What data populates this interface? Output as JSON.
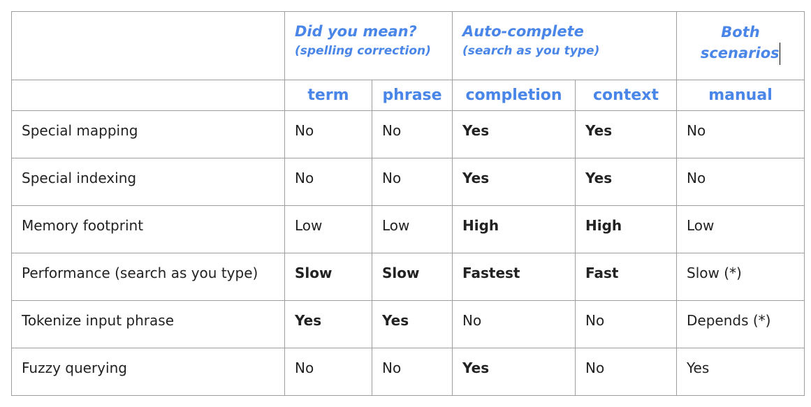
{
  "header": {
    "groups": [
      {
        "title": "Did you mean?",
        "subtitle": "(spelling correction)"
      },
      {
        "title": "Auto-complete",
        "subtitle": "(search as you type)"
      },
      {
        "title_line1": "Both",
        "title_line2": "scenarios"
      }
    ],
    "columns": [
      "term",
      "phrase",
      "completion",
      "context",
      "manual"
    ]
  },
  "rows": [
    {
      "label": "Special mapping",
      "cells": [
        "No",
        "No",
        "Yes",
        "Yes",
        "No"
      ]
    },
    {
      "label": "Special indexing",
      "cells": [
        "No",
        "No",
        "Yes",
        "Yes",
        "No"
      ]
    },
    {
      "label": "Memory footprint",
      "cells": [
        "Low",
        "Low",
        "High",
        "High",
        "Low"
      ]
    },
    {
      "label": "Performance (search as you type)",
      "cells": [
        "Slow",
        "Slow",
        "Fastest",
        "Fast",
        "Slow (*)"
      ]
    },
    {
      "label": "Tokenize input phrase",
      "cells": [
        "Yes",
        "Yes",
        "No",
        "No",
        "Depends (*)"
      ]
    },
    {
      "label": "Fuzzy querying",
      "cells": [
        "No",
        "No",
        "Yes",
        "No",
        "Yes"
      ]
    }
  ],
  "colors": {
    "accent": "#4a86e8",
    "border": "#9e9e9e",
    "text": "#222222"
  }
}
